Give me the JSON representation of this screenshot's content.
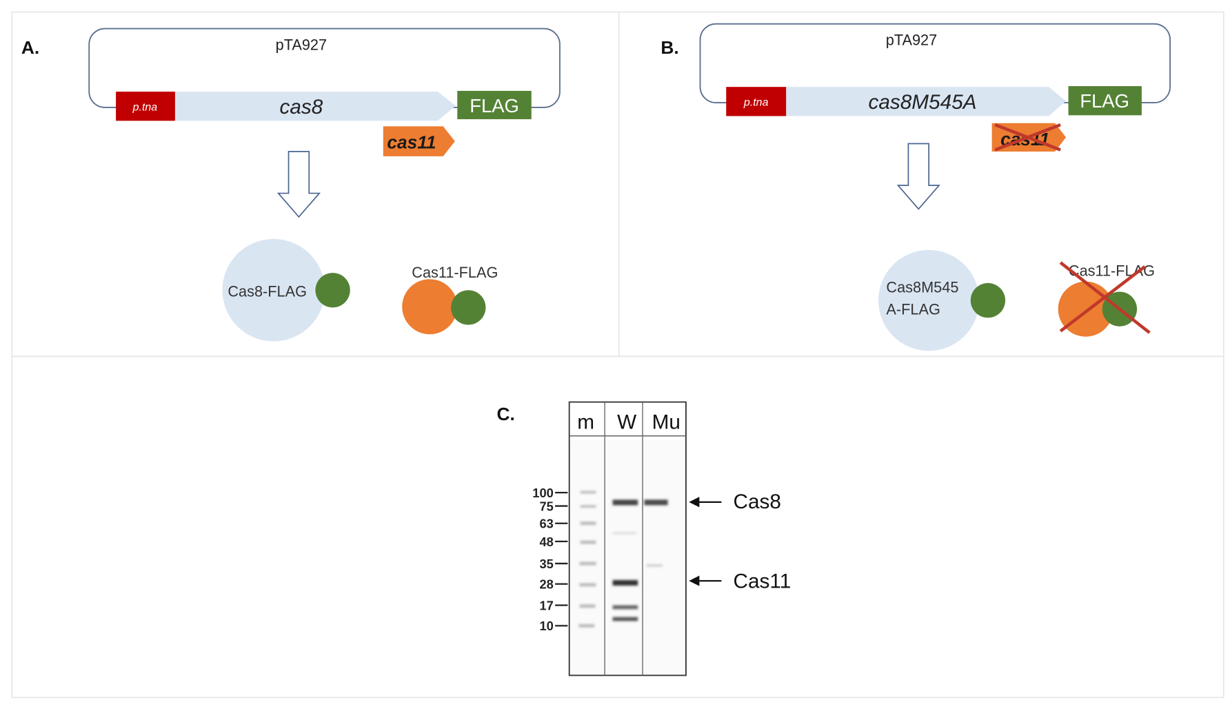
{
  "panel_a": {
    "label": "A.",
    "plasmid": "pTA927",
    "promoter": "p.tna",
    "gene": "cas8",
    "tag": "FLAG",
    "overlap_gene": "cas11",
    "protein_1": "Cas8-FLAG",
    "protein_2": "Cas11-FLAG"
  },
  "panel_b": {
    "label": "B.",
    "plasmid": "pTA927",
    "promoter": "p.tna",
    "gene": "cas8M545A",
    "tag": "FLAG",
    "overlap_gene": "cas11",
    "protein_1_line1": "Cas8M545",
    "protein_1_line2": "A-FLAG",
    "protein_2": "Cas11-FLAG"
  },
  "panel_c": {
    "label": "C.",
    "lanes": [
      "m",
      "W",
      "Mu"
    ],
    "markers_kda": [
      "100",
      "75",
      "63",
      "48",
      "35",
      "28",
      "17",
      "10"
    ],
    "annotations": [
      "Cas8",
      "Cas11"
    ]
  },
  "colors": {
    "promoter": "#c00000",
    "gene": "#dae5f2",
    "tag": "#548235",
    "cas11": "#ed7d31",
    "cross": "#c0392b"
  }
}
